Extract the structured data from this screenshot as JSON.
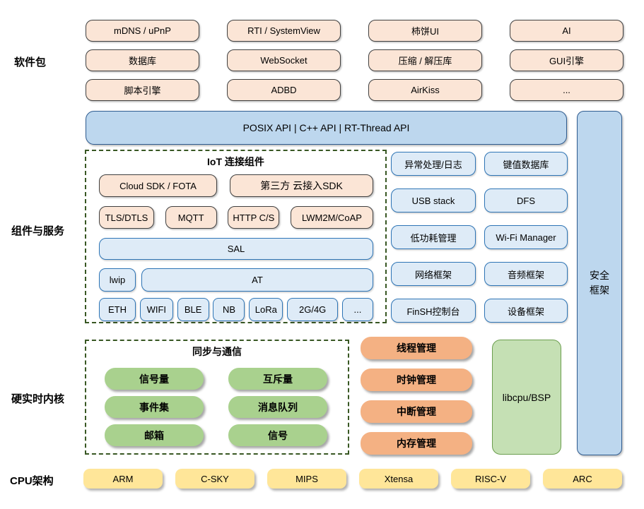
{
  "colors": {
    "peach_fill": "#FBE5D6",
    "blue_fill": "#DEEBF7",
    "blue_border": "#2E75B6",
    "api_fill": "#BDD7EE",
    "green_fill": "#A9D18E",
    "orange_fill": "#F4B183",
    "libcpu_fill": "#C5E0B4",
    "yellow_fill": "#FFE699",
    "dashed_border": "#385723"
  },
  "row_labels": {
    "software_packages": "软件包",
    "components_services": "组件与服务",
    "realtime_kernel": "硬实时内核",
    "cpu_arch": "CPU架构"
  },
  "software_packages": {
    "items": [
      "mDNS / uPnP",
      "RTI / SystemView",
      "柿饼UI",
      "AI",
      "数据库",
      "WebSocket",
      "压缩 / 解压库",
      "GUI引擎",
      "脚本引擎",
      "ADBD",
      "AirKiss",
      "..."
    ]
  },
  "api_bar": {
    "label": "POSIX API   |   C++ API   |   RT-Thread API"
  },
  "iot": {
    "title": "IoT 连接组件",
    "cloud_row": [
      "Cloud SDK / FOTA",
      "第三方 云接入SDK"
    ],
    "protocol_row": [
      "TLS/DTLS",
      "MQTT",
      "HTTP C/S",
      "LWM2M/CoAP"
    ],
    "sal": "SAL",
    "lwip": "lwip",
    "at": "AT",
    "links": [
      "ETH",
      "WIFI",
      "BLE",
      "NB",
      "LoRa",
      "2G/4G",
      "..."
    ]
  },
  "services": {
    "items": [
      "异常处理/日志",
      "键值数据库",
      "USB stack",
      "DFS",
      "低功耗管理",
      "Wi-Fi Manager",
      "网络框架",
      "音频框架",
      "FinSH控制台",
      "设备框架"
    ]
  },
  "security": {
    "lines": [
      "安全",
      "框架"
    ]
  },
  "kernel": {
    "sync_title": "同步与通信",
    "sync_items": [
      "信号量",
      "互斥量",
      "事件集",
      "消息队列",
      "邮箱",
      "信号"
    ],
    "mgmt_items": [
      "线程管理",
      "时钟管理",
      "中断管理",
      "内存管理"
    ],
    "libcpu": "libcpu/BSP"
  },
  "cpu": {
    "items": [
      "ARM",
      "C-SKY",
      "MIPS",
      "Xtensa",
      "RISC-V",
      "ARC"
    ]
  }
}
